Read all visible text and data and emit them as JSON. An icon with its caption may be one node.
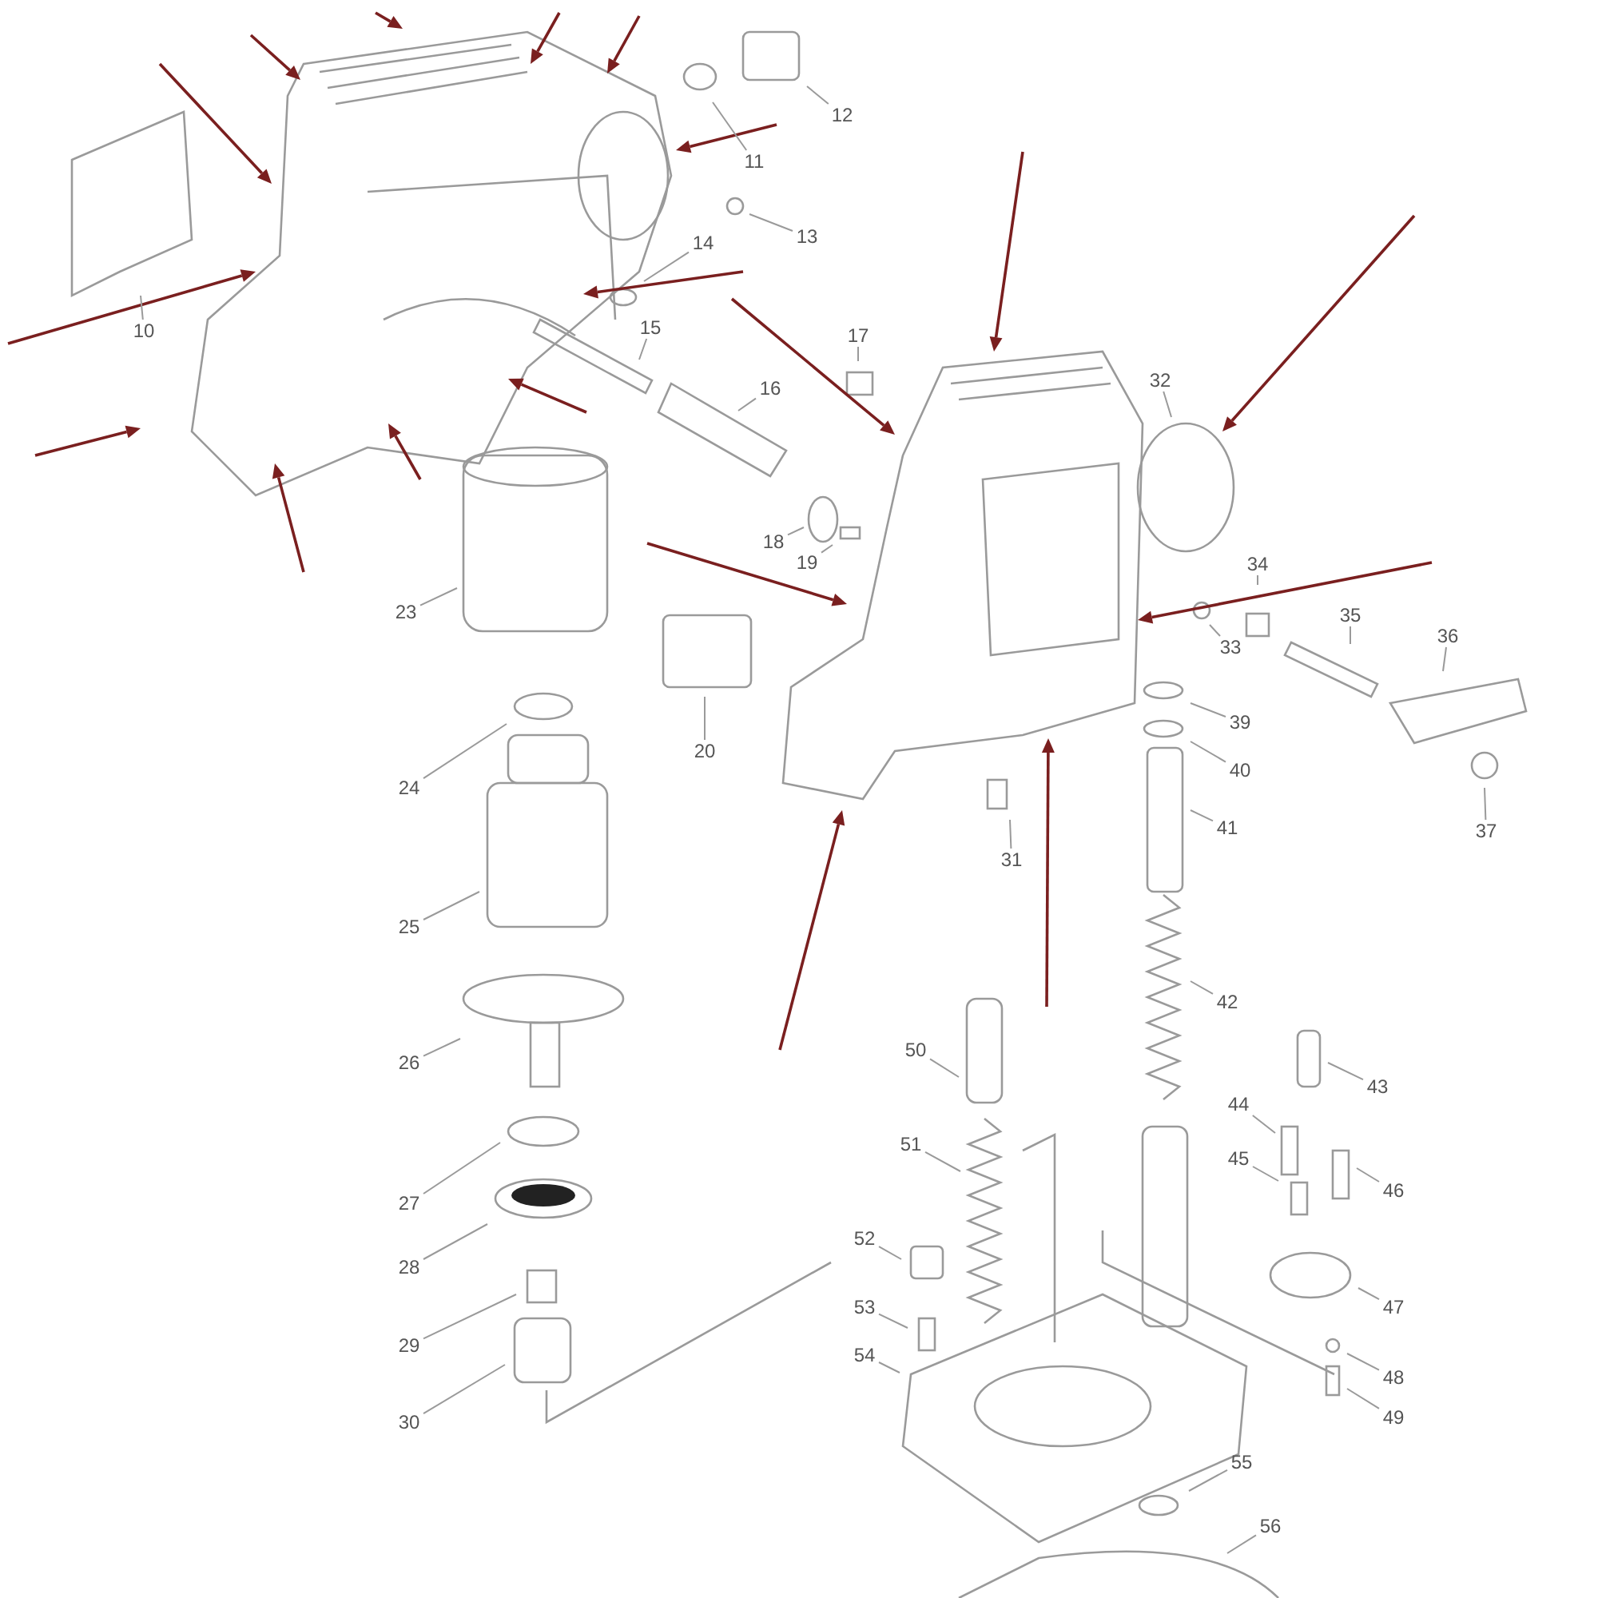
{
  "diagram": {
    "nodes": [
      {
        "text": [
          "12"
        ]
      },
      {
        "text": [
          "11"
        ]
      },
      {
        "text": [
          "13"
        ]
      },
      {
        "text": [
          "14"
        ]
      },
      {
        "text": [
          "10"
        ]
      },
      {
        "text": [
          "15"
        ]
      },
      {
        "text": [
          "17"
        ]
      },
      {
        "text": [
          "16"
        ]
      },
      {
        "text": [
          "32"
        ]
      },
      {
        "text": [
          "18"
        ]
      },
      {
        "text": [
          "34"
        ]
      },
      {
        "text": [
          "19"
        ]
      },
      {
        "text": [
          "23"
        ]
      },
      {
        "text": [
          "35"
        ]
      },
      {
        "text": [
          "36"
        ]
      },
      {
        "text": [
          "33"
        ]
      },
      {
        "text": [
          "39"
        ]
      },
      {
        "text": [
          "20"
        ]
      },
      {
        "text": [
          "40"
        ]
      },
      {
        "text": [
          "24"
        ]
      },
      {
        "text": [
          "41"
        ]
      },
      {
        "text": [
          "37"
        ]
      },
      {
        "text": [
          "31"
        ]
      },
      {
        "text": [
          "25"
        ]
      },
      {
        "text": [
          "42"
        ]
      },
      {
        "text": [
          "50"
        ]
      },
      {
        "text": [
          "26"
        ]
      },
      {
        "text": [
          "43"
        ]
      },
      {
        "text": [
          "44"
        ]
      },
      {
        "text": [
          "51"
        ]
      },
      {
        "text": [
          "45"
        ]
      },
      {
        "text": [
          "46"
        ]
      },
      {
        "text": [
          "27"
        ]
      },
      {
        "text": [
          "52"
        ]
      },
      {
        "text": [
          "28"
        ]
      },
      {
        "text": [
          "53"
        ]
      },
      {
        "text": [
          "47"
        ]
      },
      {
        "text": [
          "29"
        ]
      },
      {
        "text": [
          "54"
        ]
      },
      {
        "text": [
          "48"
        ]
      },
      {
        "text": [
          "30"
        ]
      },
      {
        "text": [
          "49"
        ]
      },
      {
        "text": [
          "55"
        ]
      },
      {
        "text": [
          "56"
        ]
      }
    ],
    "edges": [
      {
        "from": 0,
        "to": null,
        "arrow": "none"
      },
      {
        "from": 1,
        "to": null,
        "arrow": "none"
      },
      {
        "from": 2,
        "to": null,
        "arrow": "none"
      },
      {
        "from": 3,
        "to": null,
        "arrow": "none"
      },
      {
        "from": 4,
        "to": null,
        "arrow": "none"
      },
      {
        "from": 5,
        "to": null,
        "arrow": "none"
      },
      {
        "from": 6,
        "to": null,
        "arrow": "none"
      },
      {
        "from": 7,
        "to": null,
        "arrow": "none"
      },
      {
        "from": 8,
        "to": null,
        "arrow": "none"
      },
      {
        "from": 9,
        "to": null,
        "arrow": "none"
      },
      {
        "from": 10,
        "to": null,
        "arrow": "none"
      },
      {
        "from": 11,
        "to": null,
        "arrow": "none"
      },
      {
        "from": 12,
        "to": null,
        "arrow": "none"
      },
      {
        "from": 13,
        "to": null,
        "arrow": "none"
      },
      {
        "from": 14,
        "to": null,
        "arrow": "none"
      },
      {
        "from": 15,
        "to": null,
        "arrow": "none"
      },
      {
        "from": 16,
        "to": null,
        "arrow": "none"
      },
      {
        "from": 17,
        "to": null,
        "arrow": "none"
      },
      {
        "from": 18,
        "to": null,
        "arrow": "none"
      },
      {
        "from": 19,
        "to": null,
        "arrow": "none"
      },
      {
        "from": 20,
        "to": null,
        "arrow": "none"
      },
      {
        "from": 21,
        "to": null,
        "arrow": "none"
      },
      {
        "from": 22,
        "to": null,
        "arrow": "none"
      },
      {
        "from": 23,
        "to": null,
        "arrow": "none"
      },
      {
        "from": 24,
        "to": null,
        "arrow": "none"
      },
      {
        "from": 25,
        "to": null,
        "arrow": "none"
      },
      {
        "from": 26,
        "to": null,
        "arrow": "none"
      },
      {
        "from": 27,
        "to": null,
        "arrow": "none"
      },
      {
        "from": 28,
        "to": null,
        "arrow": "none"
      },
      {
        "from": 29,
        "to": null,
        "arrow": "none"
      },
      {
        "from": 30,
        "to": null,
        "arrow": "none"
      },
      {
        "from": 31,
        "to": null,
        "arrow": "none"
      },
      {
        "from": 32,
        "to": null,
        "arrow": "none"
      },
      {
        "from": 33,
        "to": null,
        "arrow": "none"
      },
      {
        "from": 34,
        "to": null,
        "arrow": "none"
      },
      {
        "from": 35,
        "to": null,
        "arrow": "none"
      },
      {
        "from": 36,
        "to": null,
        "arrow": "none"
      },
      {
        "from": 37,
        "to": null,
        "arrow": "none"
      },
      {
        "from": 38,
        "to": null,
        "arrow": "none"
      },
      {
        "from": 39,
        "to": null,
        "arrow": "none"
      },
      {
        "from": 40,
        "to": null,
        "arrow": "none"
      },
      {
        "from": 41,
        "to": null,
        "arrow": "none"
      },
      {
        "from": 42,
        "to": null,
        "arrow": "none"
      },
      {
        "from": 43,
        "to": null,
        "arrow": "none"
      }
    ]
  }
}
